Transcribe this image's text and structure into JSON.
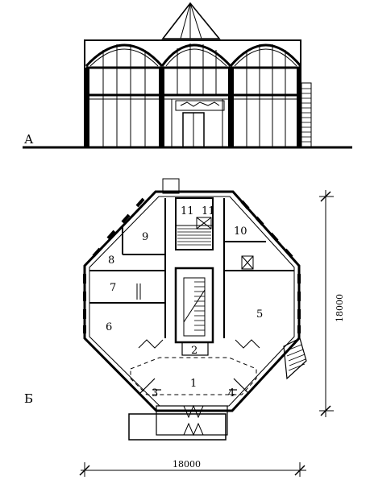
{
  "figure": {
    "elevation_label": "А",
    "plan_label": "Б",
    "room_numbers": [
      "1",
      "2",
      "3",
      "4",
      "5",
      "6",
      "7",
      "8",
      "9",
      "10",
      "11",
      "11"
    ],
    "dimension_horizontal": "18000",
    "dimension_vertical": "18000"
  }
}
